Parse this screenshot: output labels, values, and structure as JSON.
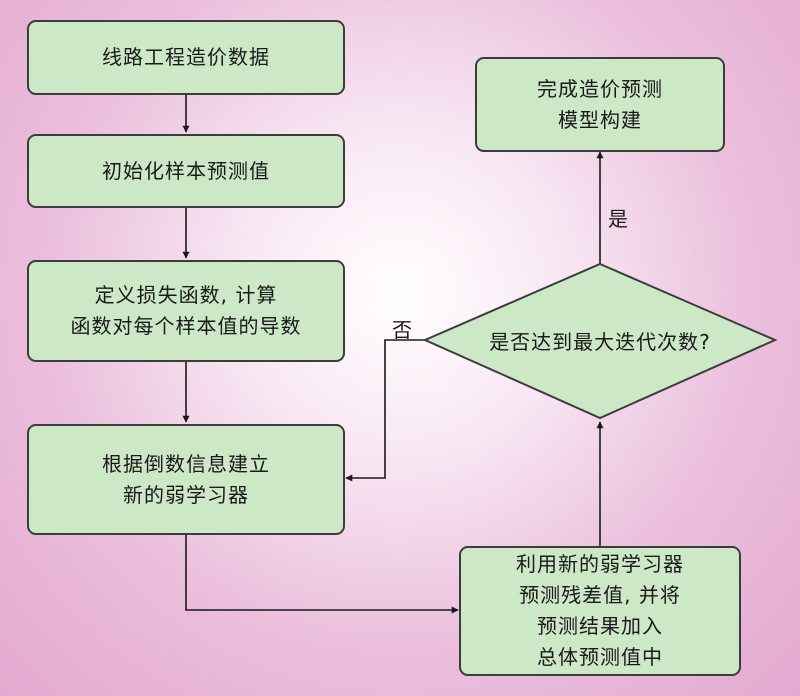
{
  "nodes": {
    "n1": {
      "lines": [
        "线路工程造价数据"
      ]
    },
    "n2": {
      "lines": [
        "初始化样本预测值"
      ]
    },
    "n3": {
      "lines": [
        "定义损失函数, 计算",
        "函数对每个样本值的导数"
      ]
    },
    "n4": {
      "lines": [
        "根据倒数信息建立",
        "新的弱学习器"
      ]
    },
    "n5": {
      "lines": [
        "利用新的弱学习器",
        "预测残差值, 并将",
        "预测结果加入",
        "总体预测值中"
      ]
    },
    "decision": {
      "text": "是否达到最大迭代次数?"
    },
    "n6": {
      "lines": [
        "完成造价预测",
        "模型构建"
      ]
    }
  },
  "edges": {
    "yes_label": "是",
    "no_label": "否"
  },
  "colors": {
    "box_fill": "#cde8c6",
    "border": "#3c3c3c",
    "arrow": "#1a1a1a"
  }
}
